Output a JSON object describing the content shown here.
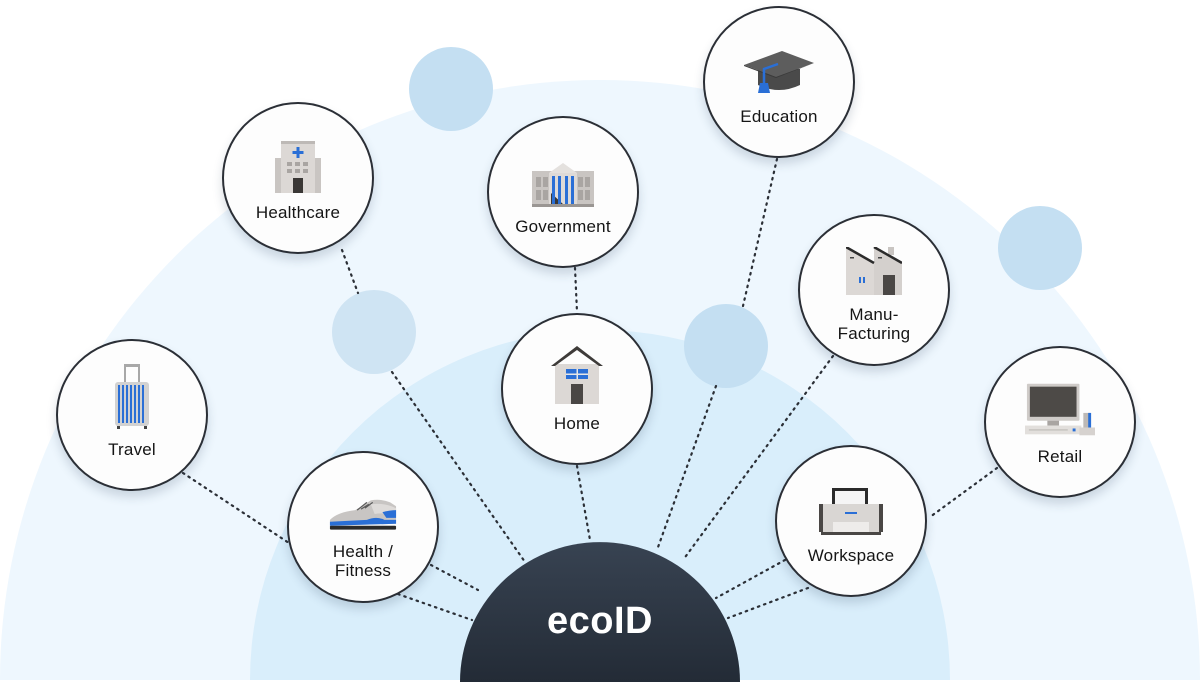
{
  "diagram": {
    "center": {
      "label": "ecoID",
      "color": "#2e3846"
    },
    "colors": {
      "outer_arc": "#eef7fe",
      "inner_arc": "#d9eefb",
      "decor_circle": "#c4dff2",
      "node_border": "#2b2f36",
      "accent_blue": "#2a6fd6"
    },
    "nodes": [
      {
        "id": "travel",
        "label": "Travel",
        "icon": "suitcase-icon"
      },
      {
        "id": "healthcare",
        "label": "Healthcare",
        "icon": "hospital-icon"
      },
      {
        "id": "government",
        "label": "Government",
        "icon": "government-building-icon"
      },
      {
        "id": "education",
        "label": "Education",
        "icon": "graduation-cap-icon"
      },
      {
        "id": "manufacturing",
        "label": "Manu-\nFacturing",
        "icon": "factory-icon"
      },
      {
        "id": "retail",
        "label": "Retail",
        "icon": "pos-terminal-icon"
      },
      {
        "id": "workspace",
        "label": "Workspace",
        "icon": "printer-icon"
      },
      {
        "id": "health_fitness",
        "label": "Health /\nFitness",
        "icon": "sneaker-icon"
      },
      {
        "id": "home",
        "label": "Home",
        "icon": "house-icon"
      }
    ]
  }
}
